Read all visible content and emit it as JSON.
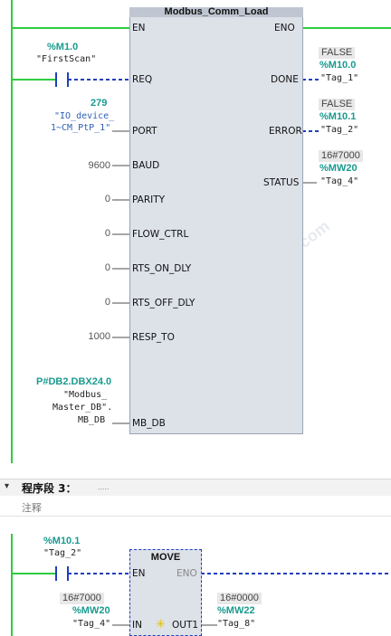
{
  "fb_block": {
    "title": "Modbus_Comm_Load",
    "inputs": {
      "en": "EN",
      "req": "REQ",
      "port": "PORT",
      "baud": "BAUD",
      "parity": "PARITY",
      "flow_ctrl": "FLOW_CTRL",
      "rts_on_dly": "RTS_ON_DLY",
      "rts_off_dly": "RTS_OFF_DLY",
      "resp_to": "RESP_TO",
      "mb_db": "MB_DB"
    },
    "outputs": {
      "eno": "ENO",
      "done": "DONE",
      "error": "ERROR",
      "status": "STATUS"
    }
  },
  "req_contact": {
    "address": "%M1.0",
    "tag": "\"FirstScan\""
  },
  "port_param": {
    "value": "279",
    "tag_line1": "\"IO_device_",
    "tag_line2": "1~CM_PtP_1\""
  },
  "constants": {
    "baud": "9600",
    "parity": "0",
    "flow_ctrl": "0",
    "rts_on_dly": "0",
    "rts_off_dly": "0",
    "resp_to": "1000"
  },
  "mb_db_param": {
    "address": "P#DB2.DBX24.0",
    "tag_line1": "\"Modbus_",
    "tag_line2": "Master_DB\".",
    "tag_line3": "MB_DB"
  },
  "done_out": {
    "status": "FALSE",
    "address": "%M10.0",
    "tag": "\"Tag_1\""
  },
  "error_out": {
    "status": "FALSE",
    "address": "%M10.1",
    "tag": "\"Tag_2\""
  },
  "status_out": {
    "status": "16#7000",
    "address": "%MW20",
    "tag": "\"Tag_4\""
  },
  "network3": {
    "title": "程序段 3：",
    "dots": ".....",
    "comment": "注释",
    "contact": {
      "address": "%M10.1",
      "tag": "\"Tag_2\""
    },
    "move_block": {
      "title": "MOVE",
      "en": "EN",
      "eno": "ENO",
      "in": "IN",
      "out1": "OUT1"
    },
    "in_param": {
      "status": "16#7000",
      "address": "%MW20",
      "tag": "\"Tag_4\""
    },
    "out_param": {
      "status": "16#0000",
      "address": "%MW22",
      "tag": "\"Tag_8\""
    }
  },
  "colors": {
    "power_flow": "#2ecc40",
    "no_flow": "#1f3fbf",
    "address": "#1a9a8f",
    "block_fill": "#dde1e8"
  }
}
